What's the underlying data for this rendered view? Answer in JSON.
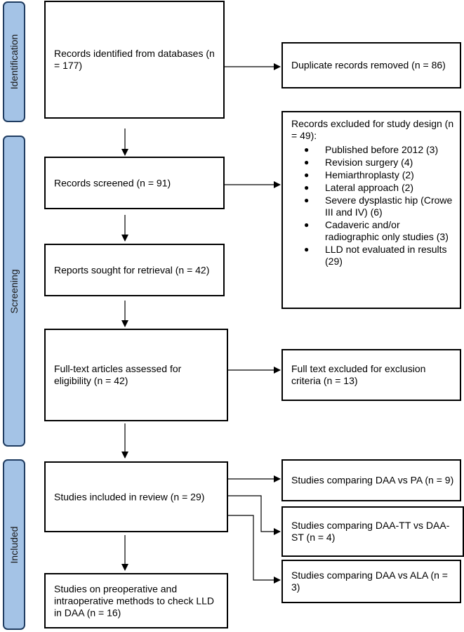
{
  "phases": {
    "identification": "Identification",
    "screening": "Screening",
    "included": "Included"
  },
  "boxes": {
    "identified": "Records identified from databases (n = 177)",
    "duplicates": "Duplicate records removed (n = 86)",
    "screened": "Records screened (n = 91)",
    "excluded_design": {
      "title": "Records excluded for study design (n = 49):",
      "items": [
        "Published before 2012 (3)",
        "Revision surgery (4)",
        "Hemiarthroplasty (2)",
        "Lateral approach (2)",
        "Severe dysplastic hip (Crowe III and IV) (6)",
        "Cadaveric and/or radiographic only studies (3)",
        "LLD not evaluated in results (29)"
      ]
    },
    "sought": "Reports sought for retrieval (n = 42)",
    "fulltext": "Full-text articles assessed for eligibility (n = 42)",
    "fulltext_excluded": "Full text excluded for exclusion criteria (n = 13)",
    "included": "Studies included in review (n = 29)",
    "daa_pa": "Studies comparing DAA vs PA (n = 9)",
    "daa_tt_st": "Studies comparing DAA-TT vs DAA-ST (n = 4)",
    "daa_ala": "Studies comparing DAA vs ALA (n = 3)",
    "methods": "Studies on preoperative and intraoperative methods to check LLD in DAA (n = 16)"
  }
}
